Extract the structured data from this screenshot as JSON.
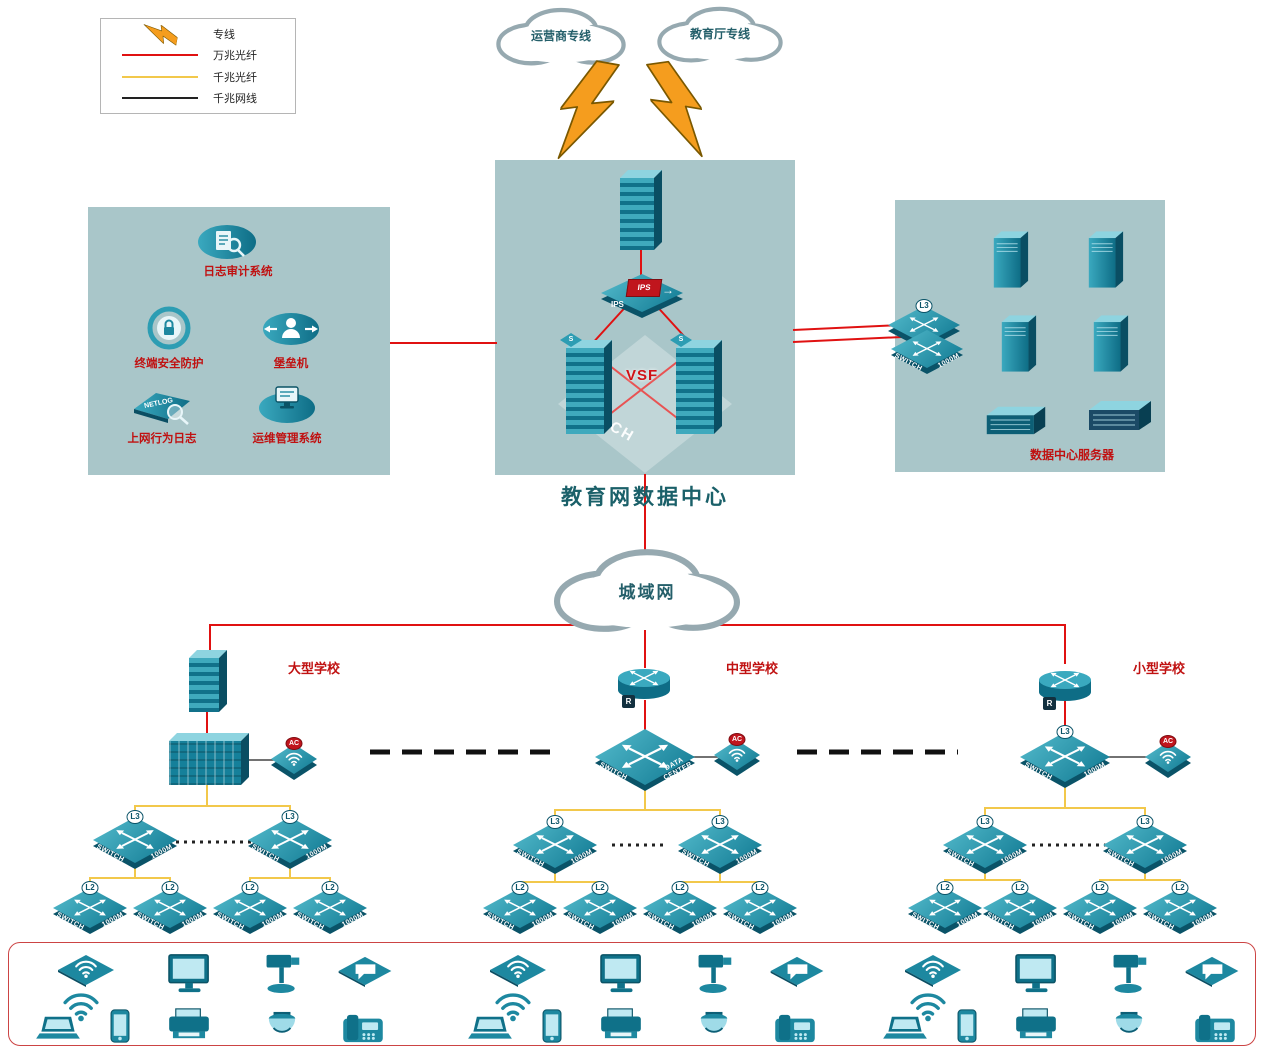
{
  "legend": {
    "items": [
      {
        "label": "专线"
      },
      {
        "label": "万兆光纤"
      },
      {
        "label": "千兆光纤"
      },
      {
        "label": "千兆网线"
      }
    ]
  },
  "clouds": {
    "carrier": "运营商专线",
    "edu_dept": "教育厅专线",
    "man": "城域网"
  },
  "data_center": {
    "title": "教育网数据中心",
    "vsf": "VSF",
    "ips": "IPS",
    "switch_watermark": "SWITCH",
    "server_badge": "S"
  },
  "security_zone": {
    "items": [
      {
        "label": "日志审计系统"
      },
      {
        "label": "终端安全防护"
      },
      {
        "label": "堡垒机"
      },
      {
        "label": "上网行为日志",
        "device_text": "NETLOG"
      },
      {
        "label": "运维管理系统"
      }
    ]
  },
  "server_zone": {
    "label": "数据中心服务器"
  },
  "labels": {
    "switch": "SWITCH",
    "m1000": "1000M",
    "l3": "L3",
    "l2": "L2",
    "ac": "AC",
    "r": "R",
    "data": "DATA",
    "center": "CENTER"
  },
  "schools": [
    {
      "name": "大型学校"
    },
    {
      "name": "中型学校"
    },
    {
      "name": "小型学校"
    }
  ],
  "colors": {
    "line_10g_fiber": "#e01111",
    "line_1g_fiber": "#f2c84b",
    "line_1g_cable": "#333333",
    "zone_bg": "#a9c6c9",
    "device_teal": "#1d88a0",
    "label_red": "#c01111"
  }
}
